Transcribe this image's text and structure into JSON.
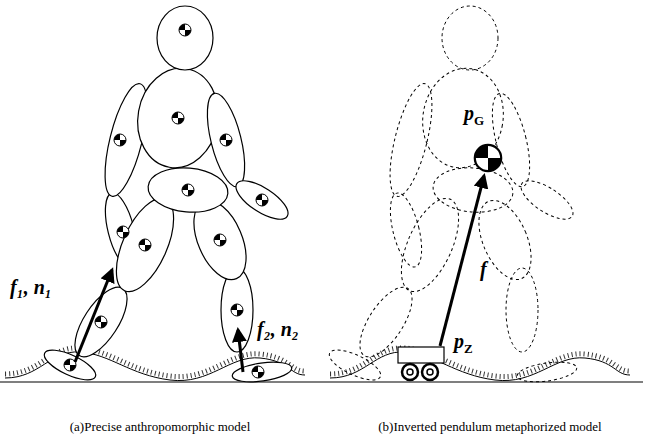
{
  "diagram": {
    "labels": [
      "f₁, n₁",
      "f₂, n₂",
      "pG",
      "f",
      "pZ",
      "(a)Precise anthropomorphic model",
      "(b)Inverted pendulum metaphorized model"
    ]
  }
}
